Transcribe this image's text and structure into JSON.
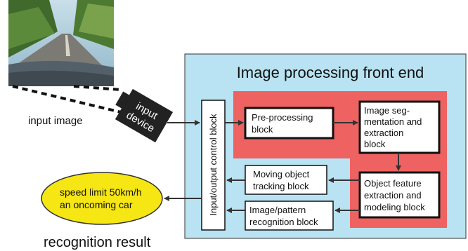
{
  "photo": {
    "sky_color": "#8fb6c9",
    "tree_color": "#3f6a2c",
    "road_color": "#7c7a74",
    "dashboard_color": "#53606a"
  },
  "frontend": {
    "title": "Image processing front end",
    "bg_color": "#b9e3f2",
    "inner_color": "#ef6262"
  },
  "labels": {
    "input_image": "input image",
    "input_device_line1": "input",
    "input_device_line2": "device",
    "recognition_result": "recognition result"
  },
  "io_block": {
    "label": "Input/output control block"
  },
  "blocks": {
    "preprocessing": [
      "Pre-processing",
      "block"
    ],
    "segmentation": [
      "Image seg-",
      "mentation and",
      "extraction",
      "block"
    ],
    "feature": [
      "Object feature",
      "extraction and",
      "modeling block"
    ],
    "tracking": [
      "Moving object",
      "tracking block"
    ],
    "recognition": [
      "Image/pattern",
      "recognition block"
    ]
  },
  "result": {
    "lines": [
      "speed limit 50km/h",
      "an oncoming car"
    ],
    "fill_color": "#f5e614"
  }
}
